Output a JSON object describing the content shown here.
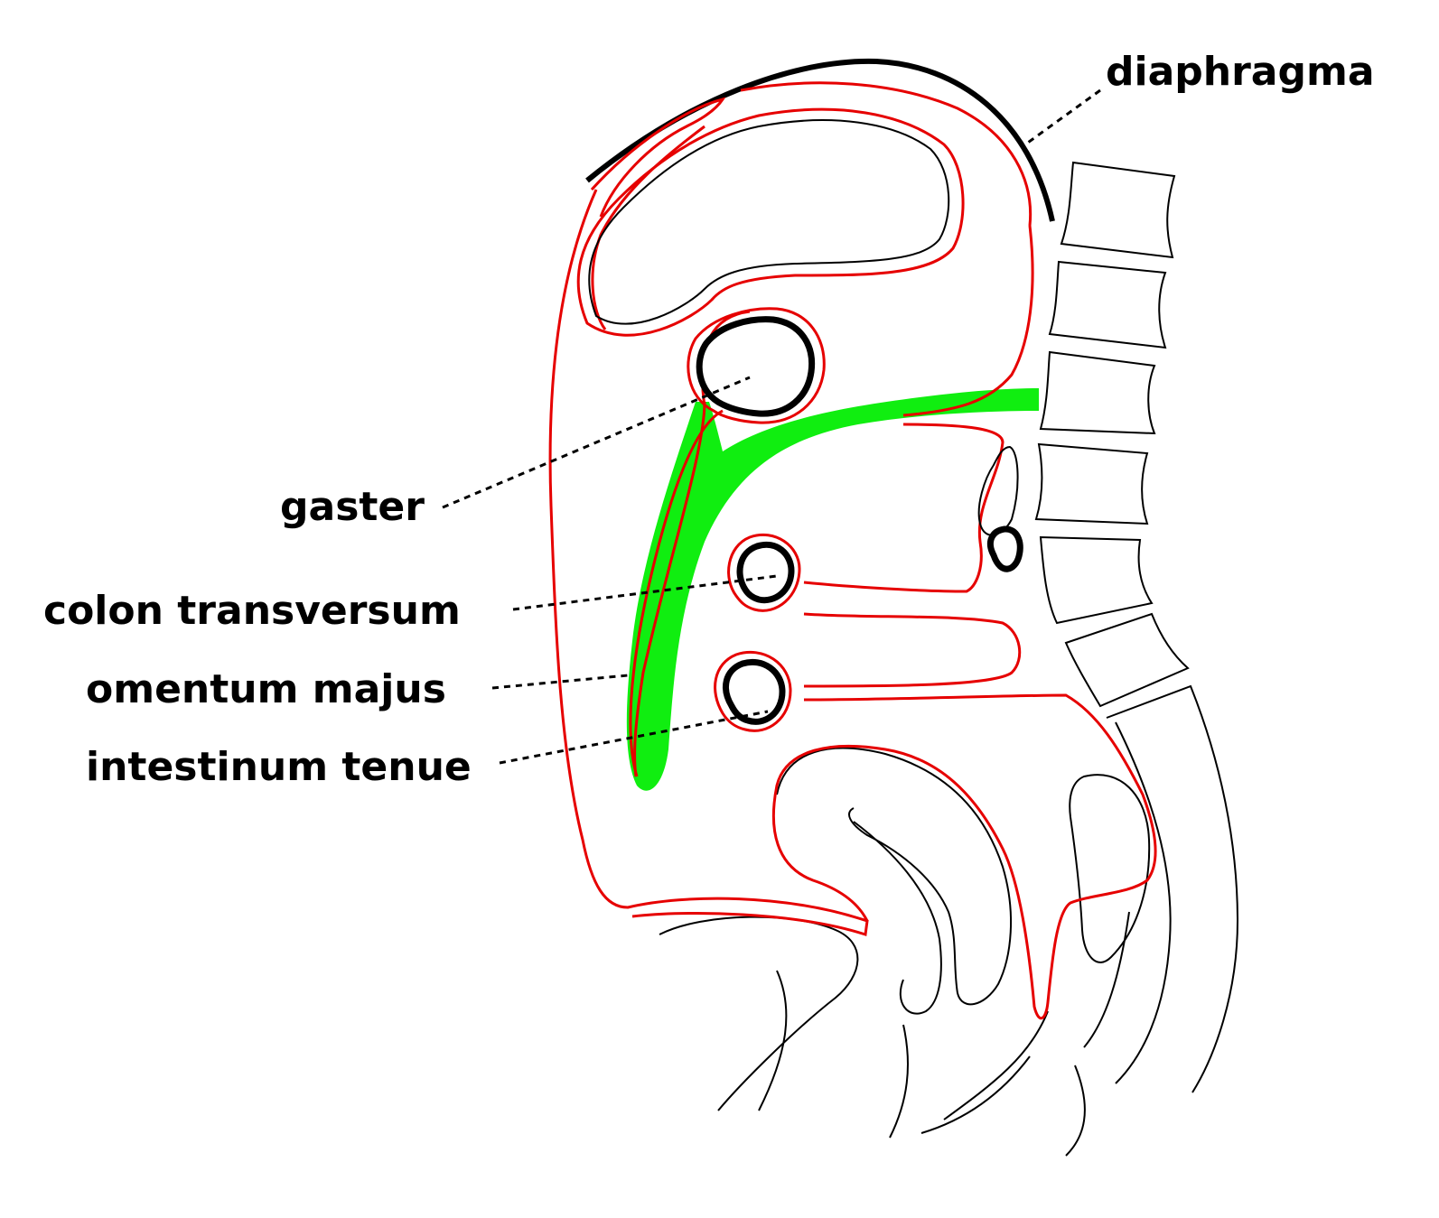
{
  "labels": {
    "diaphragma": "diaphragma",
    "gaster": "gaster",
    "colon_transversum": "colon transversum",
    "omentum_majus": "omentum majus",
    "intestinum_tenue": "intestinum tenue"
  },
  "colors": {
    "peritoneum": "#e60000",
    "highlight": "#10ee10",
    "outline": "#000000",
    "background": "#ffffff"
  }
}
